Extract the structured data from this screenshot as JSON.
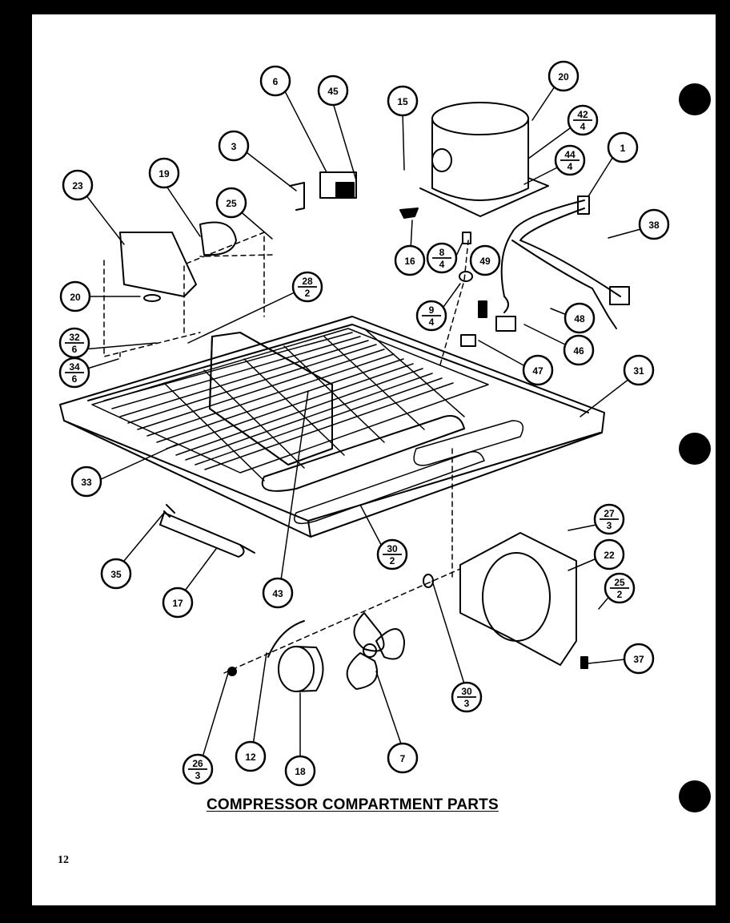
{
  "title": "COMPRESSOR COMPARTMENT PARTS",
  "page_number": "12",
  "callouts": [
    {
      "id": "c1",
      "top": "1"
    },
    {
      "id": "c3",
      "top": "3"
    },
    {
      "id": "c6",
      "top": "6"
    },
    {
      "id": "c7",
      "top": "7"
    },
    {
      "id": "c8",
      "top": "8",
      "bottom": "4"
    },
    {
      "id": "c9",
      "top": "9",
      "bottom": "4"
    },
    {
      "id": "c12",
      "top": "12"
    },
    {
      "id": "c15",
      "top": "15"
    },
    {
      "id": "c16",
      "top": "16"
    },
    {
      "id": "c17",
      "top": "17"
    },
    {
      "id": "c18",
      "top": "18"
    },
    {
      "id": "c19",
      "top": "19"
    },
    {
      "id": "c20a",
      "top": "20"
    },
    {
      "id": "c20b",
      "top": "20"
    },
    {
      "id": "c22",
      "top": "22"
    },
    {
      "id": "c23",
      "top": "23"
    },
    {
      "id": "c25a",
      "top": "25"
    },
    {
      "id": "c25b",
      "top": "25",
      "bottom": "2"
    },
    {
      "id": "c26",
      "top": "26",
      "bottom": "3"
    },
    {
      "id": "c27",
      "top": "27",
      "bottom": "3"
    },
    {
      "id": "c28",
      "top": "28",
      "bottom": "2"
    },
    {
      "id": "c30a",
      "top": "30",
      "bottom": "2"
    },
    {
      "id": "c30b",
      "top": "30",
      "bottom": "3"
    },
    {
      "id": "c31",
      "top": "31"
    },
    {
      "id": "c32",
      "top": "32",
      "bottom": "6"
    },
    {
      "id": "c33",
      "top": "33"
    },
    {
      "id": "c34",
      "top": "34",
      "bottom": "6"
    },
    {
      "id": "c35",
      "top": "35"
    },
    {
      "id": "c37",
      "top": "37"
    },
    {
      "id": "c38",
      "top": "38"
    },
    {
      "id": "c42",
      "top": "42",
      "bottom": "4"
    },
    {
      "id": "c43",
      "top": "43"
    },
    {
      "id": "c44",
      "top": "44",
      "bottom": "4"
    },
    {
      "id": "c45",
      "top": "45"
    },
    {
      "id": "c46",
      "top": "46"
    },
    {
      "id": "c47",
      "top": "47"
    },
    {
      "id": "c48",
      "top": "48"
    },
    {
      "id": "c49",
      "top": "49"
    }
  ]
}
